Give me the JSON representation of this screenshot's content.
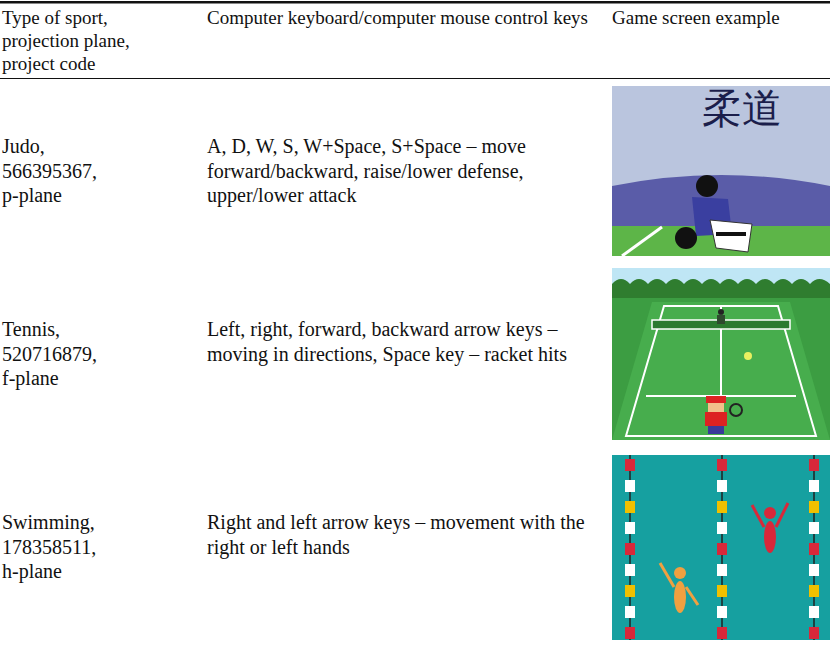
{
  "diagram": {
    "labels": [
      "Type of sport, projection plane, project code",
      "Computer keyboard/computer mouse control keys",
      "Game screen example",
      "Judo, 566395367, p-plane",
      "A, D, W, S, W+Space, S+Space – move forward/backward, raise/lower defense, upper/lower attack",
      "柔道",
      "Tennis, 520716879, f-plane",
      "Left, right, forward, backward arrow keys – moving in directions, Space key – racket hits",
      "Swimming, 178358511, h-plane",
      "Right and left arrow keys – movement with the right or left hands"
    ]
  }
}
